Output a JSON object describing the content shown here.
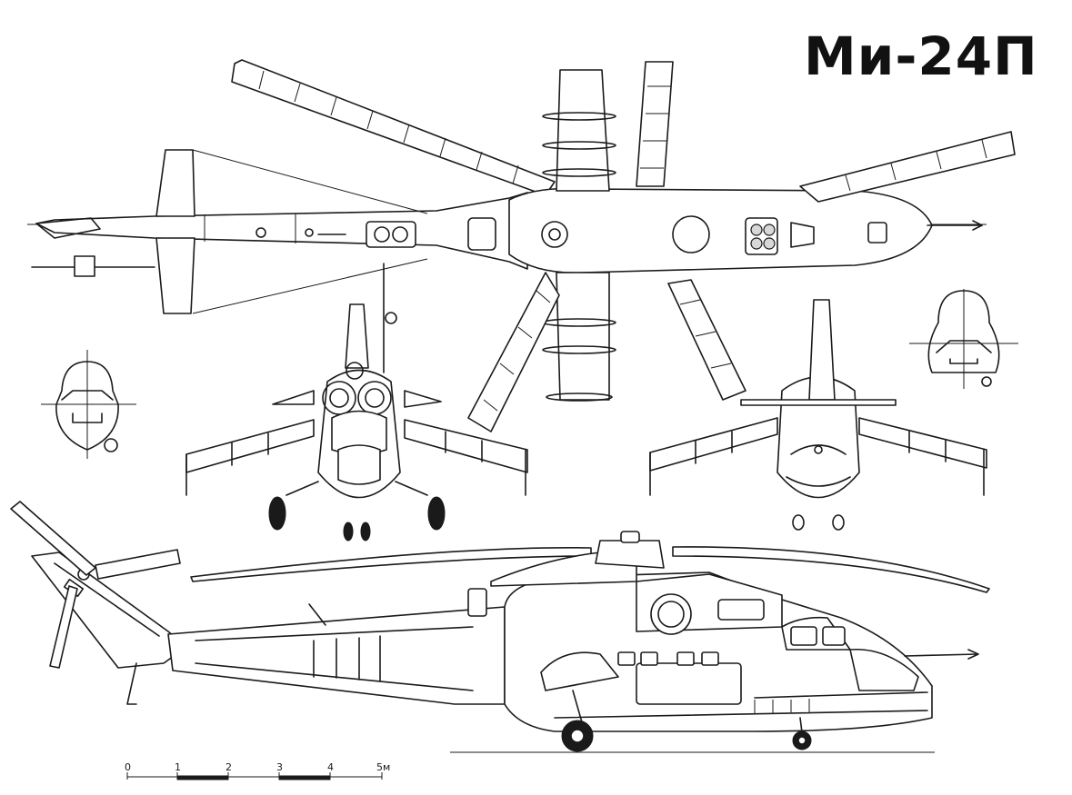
{
  "title": "Ми-24П",
  "scale_bar": {
    "ticks": [
      "0",
      "1",
      "2",
      "3",
      "4",
      "5м"
    ]
  },
  "views": [
    "top-view",
    "front-view",
    "rear-view",
    "side-view",
    "cross-section-front",
    "cross-section-rear"
  ],
  "colors": {
    "ink": "#1a1a1a",
    "paper": "#ffffff"
  }
}
